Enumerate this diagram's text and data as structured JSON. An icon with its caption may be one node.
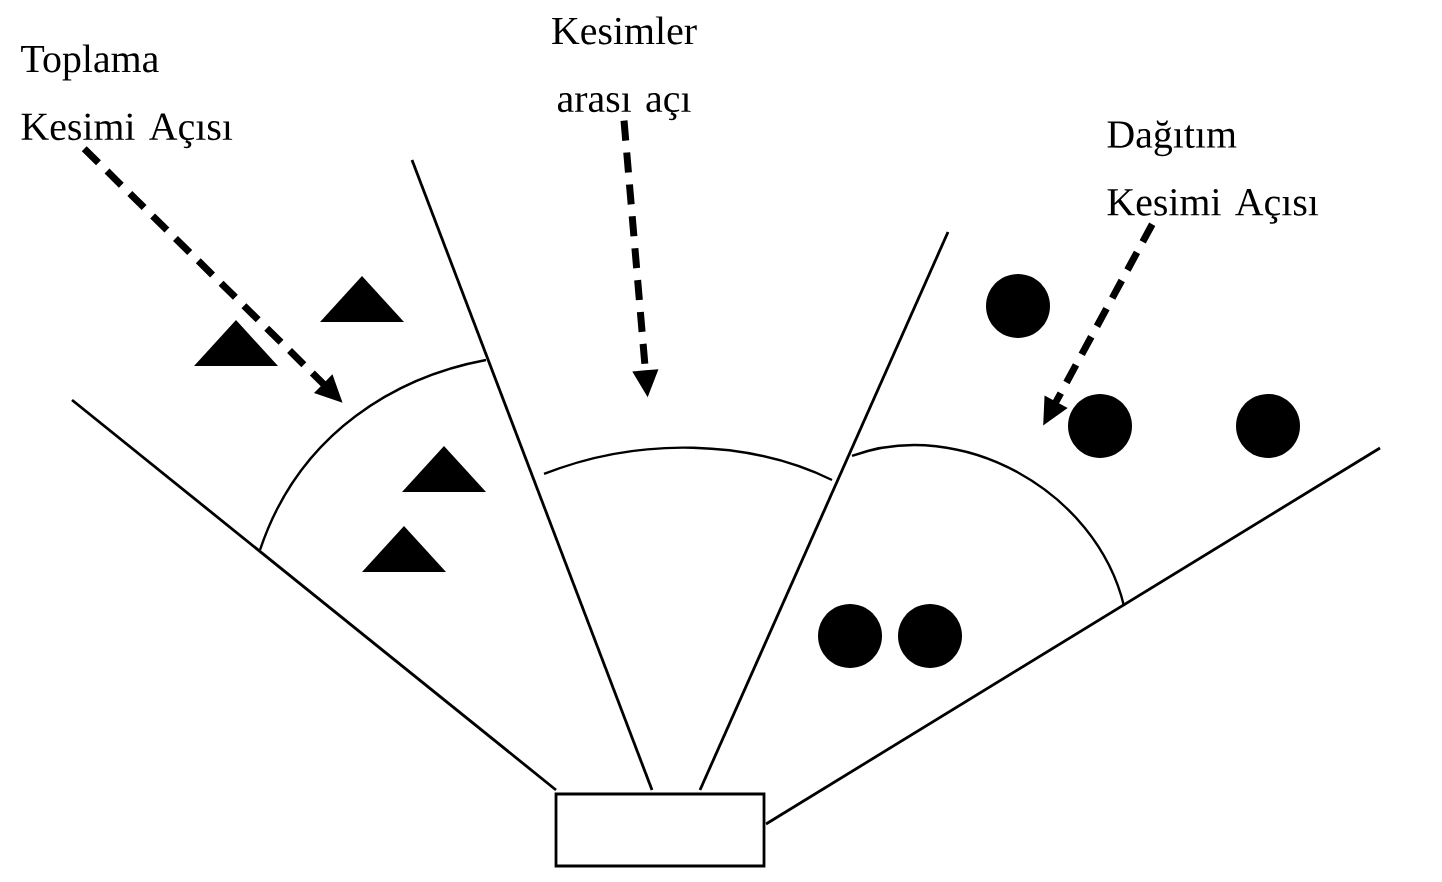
{
  "diagram": {
    "nodes": [
      {
        "text": [
          "Toplama Kesimi Açısı"
        ]
      },
      {
        "text": [
          "Kesimler arası açı"
        ]
      },
      {
        "text": [
          "Dağıtım Kesimi Açısı"
        ]
      },
      {
        "text": [],
        "shape": "box"
      },
      {
        "text": [],
        "shape": "arc"
      },
      {
        "text": [],
        "shape": "arc"
      },
      {
        "text": [],
        "shape": "arc"
      }
    ],
    "edges": [
      {
        "from": 0,
        "to": 4,
        "arrow": "to",
        "style": "dashed"
      },
      {
        "from": 1,
        "to": 5,
        "arrow": "to",
        "style": "dashed"
      },
      {
        "from": 2,
        "to": 6,
        "arrow": "to",
        "style": "dashed"
      }
    ]
  }
}
